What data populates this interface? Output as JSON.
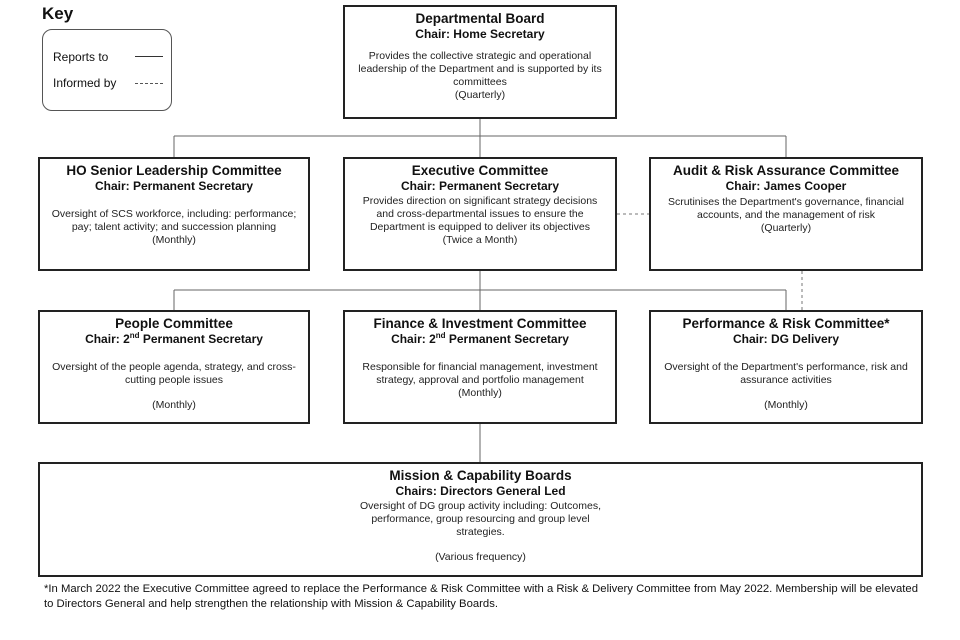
{
  "key": {
    "title": "Key",
    "reports_to": "Reports to",
    "informed_by": "Informed by"
  },
  "departmental_board": {
    "title": "Departmental Board",
    "chair": "Chair: Home Secretary",
    "description": "Provides the collective strategic and operational leadership of the Department and is supported by its committees",
    "frequency": "(Quarterly)"
  },
  "ho_senior_leadership_committee": {
    "title": "HO Senior Leadership Committee",
    "chair": "Chair: Permanent Secretary",
    "description": "Oversight of SCS workforce, including: performance; pay; talent activity; and succession planning",
    "frequency": "(Monthly)"
  },
  "executive_committee": {
    "title": "Executive Committee",
    "chair": "Chair: Permanent Secretary",
    "description": "Provides direction on significant strategy decisions and cross-departmental issues to ensure the Department is equipped to deliver its objectives",
    "frequency": "(Twice a Month)"
  },
  "audit_risk_assurance_committee": {
    "title": "Audit & Risk Assurance Committee",
    "chair": "Chair: James Cooper",
    "description": "Scrutinises the Department's governance, financial accounts, and the management of risk",
    "frequency": "(Quarterly)"
  },
  "people_committee": {
    "title": "People Committee",
    "chair_prefix": "Chair: 2",
    "chair_sup": "nd",
    "chair_suffix": " Permanent Secretary",
    "description": "Oversight of the people agenda, strategy, and cross-cutting people issues",
    "frequency": "(Monthly)"
  },
  "finance_investment_committee": {
    "title": "Finance & Investment Committee",
    "chair_prefix": "Chair: 2",
    "chair_sup": "nd",
    "chair_suffix": " Permanent Secretary",
    "description": "Responsible for financial management, investment strategy, approval and portfolio management",
    "frequency": "(Monthly)"
  },
  "performance_risk_committee": {
    "title": "Performance & Risk Committee*",
    "chair": "Chair: DG Delivery",
    "description": "Oversight of the Department's performance, risk and assurance activities",
    "frequency": "(Monthly)"
  },
  "mission_capability_boards": {
    "title": "Mission & Capability Boards",
    "chair": "Chairs: Directors General Led",
    "description": "Oversight of DG group activity including: Outcomes, performance, group resourcing and group level strategies.",
    "frequency": "(Various frequency)"
  },
  "footnote": "*In March 2022 the Executive Committee agreed to replace the Performance & Risk Committee with a Risk & Delivery Committee from May 2022. Membership will be elevated to Directors General and help strengthen the relationship with Mission & Capability Boards."
}
